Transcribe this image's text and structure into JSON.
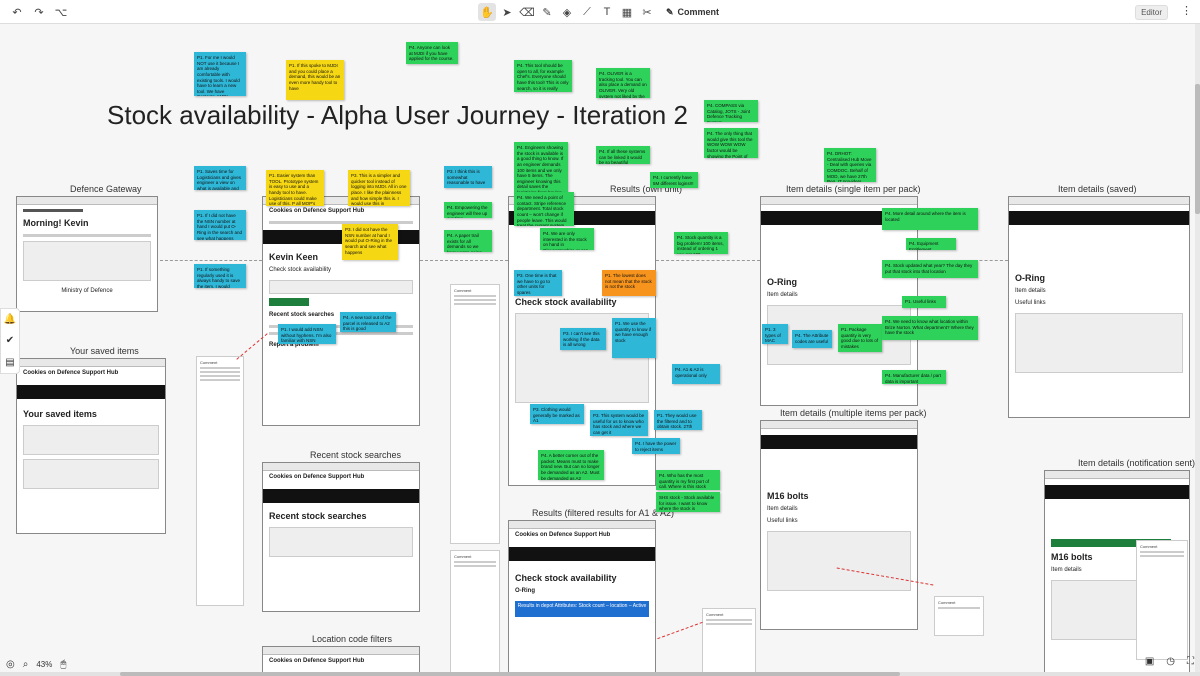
{
  "toolbar": {
    "undo": "↶",
    "redo": "↷",
    "format": "⌥",
    "tools": [
      "✋",
      "➤",
      "⌫",
      "✎",
      "◈",
      "⟋",
      "T",
      "▦",
      "✂"
    ],
    "comment_label": "Comment",
    "editor_label": "Editor",
    "more": "⋮"
  },
  "board": {
    "title": "Stock availability - Alpha User Journey - Iteration 2"
  },
  "frames": {
    "defence_gateway": {
      "title": "Defence Gateway",
      "greeting": "Morning! Kevin",
      "footer": "Ministry of Defence"
    },
    "homepage": {
      "title": "Homepage",
      "site": "Cookies on Defence Support Hub",
      "brand": "Defence Support Hub",
      "heading": "Kevin Keen",
      "subheading": "Check stock availability",
      "recent": "Recent stock searches",
      "report": "Report a problem"
    },
    "your_saved_items": {
      "title": "Your saved items",
      "site": "Cookies on Defence Support Hub",
      "heading": "Your saved items"
    },
    "recent_stock_searches": {
      "title": "Recent stock searches",
      "site": "Cookies on Defence Support Hub",
      "heading": "Recent stock searches"
    },
    "location_code_filters": {
      "title": "Location code filters",
      "site": "Cookies on Defence Support Hub"
    },
    "results_own_unit": {
      "title": "Results (own unit)",
      "heading": "Check stock availability"
    },
    "results_filtered": {
      "title": "Results (filtered results for A1 & A2)",
      "site": "Cookies on Defence Support Hub",
      "heading": "Check stock availability",
      "item": "O-Ring",
      "banner": "Results in depot  Attributes: Stock count – location – Active"
    },
    "item_single": {
      "title": "Item details (single item per pack)",
      "heading": "O-Ring",
      "section": "Item details"
    },
    "item_saved": {
      "title": "Item details (saved)",
      "heading": "O-Ring",
      "section": "Item details",
      "links": "Useful links"
    },
    "item_multiple": {
      "title": "Item details (multiple items per pack)",
      "heading": "M16 bolts",
      "section": "Item details",
      "links": "Useful links"
    },
    "item_notification": {
      "title": "Item details (notification sent)",
      "heading": "M16 bolts",
      "section": "Item details"
    }
  },
  "stickies": [
    "P1. For me I would NOT use it because I am already comfortable with existing tools. I would have to learn a new tool. We have Contacts, MJDI, JAMES",
    "P1. If this spoke to MJDI and you could place a demand, this would be an even more handy tool to have",
    "P4. Anyone can look at MJDI if you have applied for the course.",
    "P4. This tool should be open to all, for example Chef's. Everyone should have this tool! This is only search, so it is really good",
    "P4. OLIVER is a tracking tool. You can also place a demand on OLIVER. Very old system not liked by the younger Army personnel",
    "P4. COMPASS via Catalog, JOTS - Joint Defence Tracking System",
    "P4. The only thing that would give this tool the WOW WOW WOW factor would be showing the Point of Contact for where to get the stock",
    "P4. Engineers showing the stock is available is a good thing to know. If an engineer demands 100 items and we only have 5 items. The engineer knowing this detail saves the logistician from having to actively check they have sufficient stock. They currently don't know quantity of stock available",
    "P3. I think this is somewhat reasonable to have",
    "P4. If all these systems can be linked it would be so beautiful",
    "P4. DRHOT: Centralised Hub Move - Deal with queries via COMDOC. Behalf of MOD, we have 27th Reg. IT providers",
    "P4. I currently have 5M different logins!!!",
    "P1. Easier system than TOOL. Prototype system is easy to use and a handy tool to have. Logisticians could make use of this. P all MOP's this is handy to find where stock is",
    "P3. This is a simpler and quicker tool instead of logging into MJDI. All in one place. I like the plainness and how simple this is. I would use this in conjunction with JAMES",
    "P1. Saves time for Logisticians and gives engineer a view on what is available and where",
    "P1. If I did not have the NSN number at hand I would put O-Ring in the search and see what happens",
    "P1. If something regularly used it is always handy to save the item. I would expect the NSN to be saved. Redirect to search results not the details page specifically",
    "P3. I did not have the NSN number at hand I would put O-Ring in the search and see what happens",
    "P4. Empowering the engineer will free up our time",
    "P4. A paper trail exists for all demands so we know we're going people going rogue",
    "P4. We need a point of contact. Stripe reference department. Total stock count – won't change if people leave. This would treat the current system right now 2023",
    "P4. We are only interested in the stock on hand in Gloucestershire or can we get it",
    "P4. Stock quantity is a big problem! 100 items, instead of ordering 1 you get 100",
    "P3. One time is that we have to go to other units for spares",
    "P1. The lowest does not mean that the stock is not the stock",
    "P4. A new tool out of the parcel is released to A2 this is good",
    "P1. I would add NSN without hyphens. I'm also familiar with NSN",
    "P3. I can't see this working if the data is all wrong",
    "P1. We use the quantity to know if we have enough stock",
    "P4. A1 & A2 is operational only",
    "P3. Clothing would generally be marked as A1",
    "P3. This system would be useful for us to know who has stock and where we can get it",
    "P1. They would use the filtered and to obtain stock. 27th Reg. & Chesko",
    "P4. A better corner out of the packet. Means must to make brand new. But can no longer be demanded as an A2. Must be demanded as A2",
    "P4. Who has the most quantity is my first port of call. Where is this stock held?",
    "P4. I have the power to reject items",
    "SHS stock - Stock available for issue. I want to know where the stock is",
    "P4. More detail around where the item is located",
    "P4. Equipment Entitlement",
    "P4. Stock updated what year? The day they put that stock into that location",
    "P1. Useful links",
    "P1. 3 types of MAC Codes",
    "P4. The Attribute codes are useful",
    "P1. Package quantity is very good due to lots of mistakes",
    "P4. We need to know what location within Brize Norton. What department? Where they have the stock",
    "P4. Manufacturer data / part data is important"
  ],
  "comments": [
    "Comment",
    "Comment",
    "Comment",
    "Comment",
    "Comment",
    "Comment"
  ],
  "sidepanel": [
    "🔔",
    "✔",
    "▤"
  ],
  "zoom": {
    "level": "43%",
    "fit": "◎",
    "search": "⌕",
    "mouse": "🖱"
  },
  "bottom_right": [
    "▣",
    "◷",
    "⛶"
  ]
}
